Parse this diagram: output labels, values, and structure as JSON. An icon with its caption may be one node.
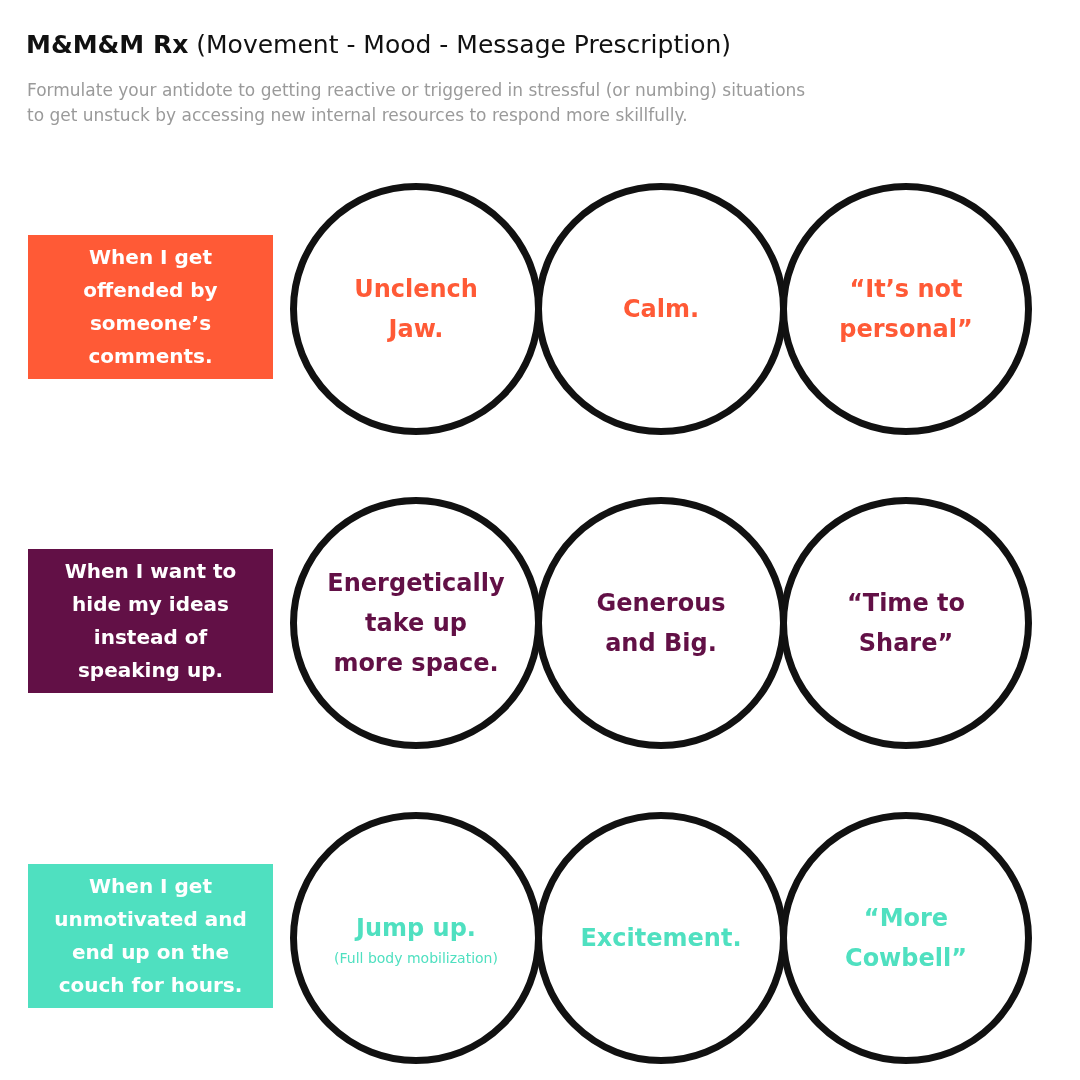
{
  "diagram": {
    "title": "**M&M&M Rx** (Movement - Mood - Message Prescription)",
    "nodes": [
      {
        "text": [
          "When I get offended by someone’s comments."
        ]
      },
      {
        "text": [
          "Unclench Jaw."
        ]
      },
      {
        "text": [
          "Calm."
        ]
      },
      {
        "text": [
          "“It’s not personal”"
        ]
      },
      {
        "text": [
          "When I want to hide my ideas instead of speaking up."
        ]
      },
      {
        "text": [
          "Energetically take up more space."
        ]
      },
      {
        "text": [
          "Generous and Big."
        ]
      },
      {
        "text": [
          "“Time to Share”"
        ]
      },
      {
        "text": [
          "When I get unmotivated and end up on the couch for hours."
        ]
      },
      {
        "text": [
          "Jump up.",
          "(Full body mobilization)"
        ]
      },
      {
        "text": [
          "Excitement."
        ]
      },
      {
        "text": [
          "“More Cowbell”"
        ]
      }
    ],
    "labels": [
      "Formulate your antidote to getting reactive or triggered in stressful (or numbing) situations to get unstuck by accessing new internal resources to respond more skillfully."
    ]
  }
}
